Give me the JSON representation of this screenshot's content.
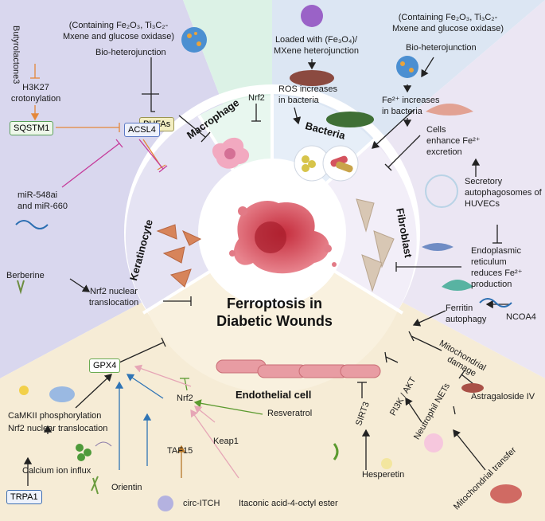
{
  "center": {
    "line1": "Ferroptosis in",
    "line2": "Diabetic Wounds"
  },
  "sectors": {
    "macrophage": "Macrophage",
    "bacteria": "Bacteria",
    "fibroblast": "Fibroblast",
    "keratinocyte": "Keratinocyte",
    "endothelial": "Endothelial cell"
  },
  "macrophage_panel": {
    "containing_1": "(Containing Fe₂O₃, Ti₃C₂-",
    "containing_2": "Mxene and glucose oxidase)",
    "bioheterojunction": "Bio-heterojunction",
    "pufas": "PUFAs",
    "nrf2": "Nrf2"
  },
  "bacteria_panel": {
    "loaded_1": "Loaded with (Fe₃O₄)/",
    "loaded_2": "MXene heterojunction",
    "ros_1": "ROS increases",
    "ros_2": "in bacteria",
    "containing_1": "(Containing Fe₂O₃, Ti₃C₂-",
    "containing_2": "Mxene and glucose oxidase)",
    "bioheterojunction": "Bio-heterojunction",
    "fe_1": "Fe²⁺ increases",
    "fe_2": "in bacteria"
  },
  "fibroblast_panel": {
    "cells_1": "Cells",
    "cells_2": "enhance Fe²⁺",
    "cells_3": "excretion",
    "secretory_1": "Secretory",
    "secretory_2": "autophagosomes of",
    "secretory_3": "HUVECs",
    "er_1": "Endoplasmic",
    "er_2": "reticulum",
    "er_3": "reduces Fe²⁺",
    "er_4": "production",
    "ferritin_1": "Ferritin",
    "ferritin_2": "autophagy",
    "ncoa4": "NCOA4"
  },
  "keratinocyte_panel": {
    "butyrolactone": "Butyrolactone3",
    "h3k27_1": "H3K27",
    "h3k27_2": "crotonylation",
    "sqstm1": "SQSTM1",
    "acsl4": "ACSL4",
    "mir_1": "miR-548ai",
    "mir_2": "and miR-660",
    "berberine": "Berberine",
    "nrf2_nuc_1": "Nrf2 nuclear",
    "nrf2_nuc_2": "translocation"
  },
  "endothelial_panel": {
    "gpx4": "GPX4",
    "nrf2": "Nrf2",
    "camkii": "CaMKII phosphorylation",
    "nrf2_nuc": "Nrf2 nuclear translocation",
    "calcium": "Calcium ion influx",
    "trpa1": "TRPA1",
    "orientin": "Orientin",
    "taf15": "TAF15",
    "circ_itch": "circ-ITCH",
    "keap1": "Keap1",
    "resveratrol": "Resveratrol",
    "itaconic": "Itaconic acid-4-octyl ester",
    "sirt3": "SIRT3",
    "pi3k": "PI3K / AKT",
    "hesperetin": "Hesperetin",
    "neutrophil": "Neutrophil NETs",
    "mito_damage_1": "Mitochondrial",
    "mito_damage_2": "damage",
    "astragaloside": "Astragaloside IV",
    "mito_transfer": "Mitochondrial transfer"
  },
  "colors": {
    "keratinocyte_bg": "#d9d7ee",
    "macrophage_bg": "#dcf2e6",
    "bacteria_bg": "#dce6f3",
    "fibroblast_bg": "#ebe6f3",
    "endothelial_bg": "#f6ecd6",
    "orange_arrow": "#e4873a",
    "magenta_inhib": "#c53b9a",
    "blue_arrow": "#2f74b5",
    "green_arrow": "#5b9a2f",
    "pink_arrow": "#e6a6b6",
    "brown_arrow": "#b5772a"
  }
}
